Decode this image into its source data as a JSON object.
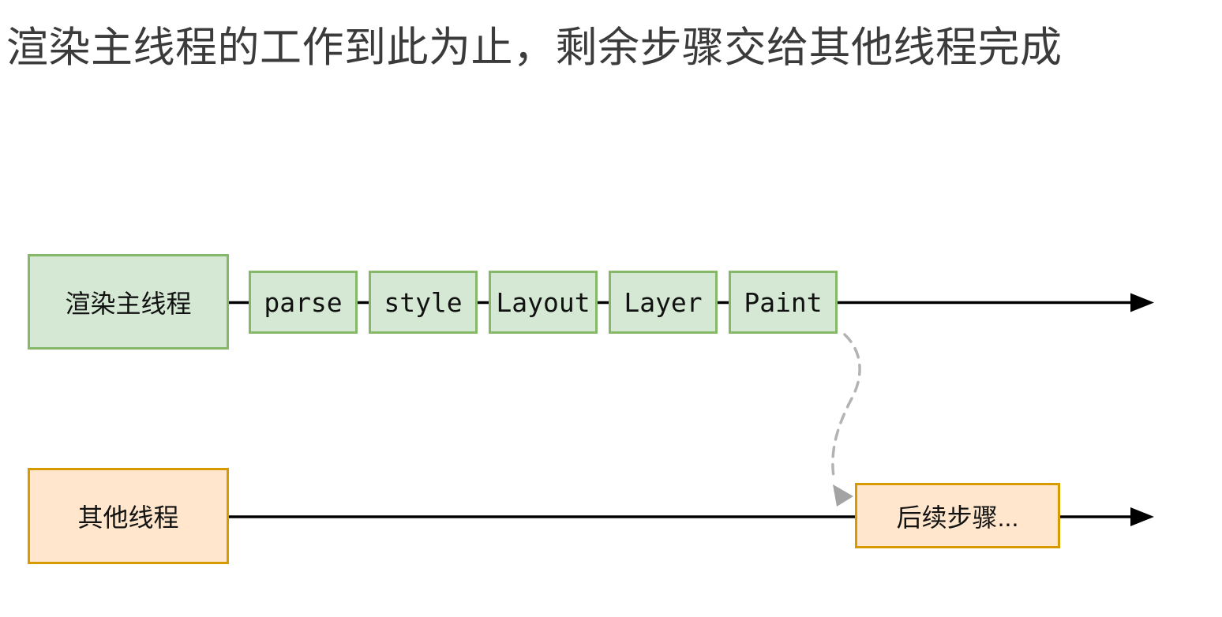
{
  "title": "渲染主线程的工作到此为止，剩余步骤交给其他线程完成",
  "main_thread": {
    "label": "渲染主线程",
    "steps": [
      "parse",
      "style",
      "Layout",
      "Layer",
      "Paint"
    ]
  },
  "other_thread": {
    "label": "其他线程",
    "next_step": "后续步骤..."
  },
  "colors": {
    "step_fill": "#d5e8d4",
    "step_border": "#85b868",
    "other_fill": "#ffe6cc",
    "other_border": "#d79b00",
    "timeline_line": "#000000",
    "handoff_dashed": "#b3b3b3",
    "handoff_arrowhead": "#a3a3a3",
    "title_text": "#3b3b3b"
  }
}
